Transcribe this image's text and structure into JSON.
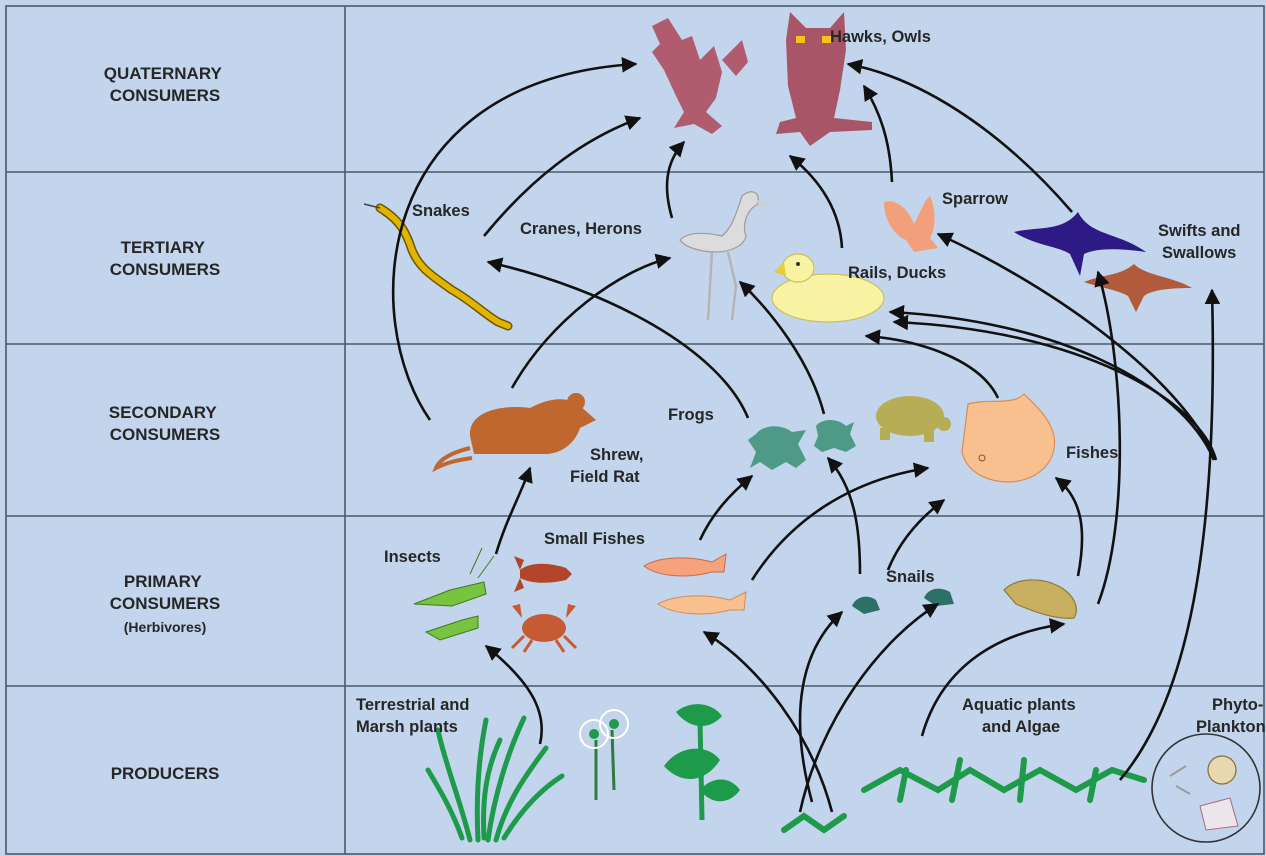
{
  "colors": {
    "background": "#c2d5ec",
    "grid": "#4a5a6a",
    "raptor": "#b05c6e",
    "owl": "#a85568",
    "snake": "#e0b400",
    "heron": "#dcdcdc",
    "duck": "#f8f3a2",
    "sparrow": "#f2a07c",
    "swift": "#2d1a85",
    "swallow": "#b25a3c",
    "rodent": "#c0662f",
    "frog": "#4e9a86",
    "turtle": "#b7ad55",
    "fish": "#f7c08e",
    "small_fish": "#f6a27c",
    "insect": "#78c440",
    "crayfish": "#b2452a",
    "crab": "#c65a35",
    "snail": "#2c7068",
    "conch": "#c8b060",
    "plant": "#1d9a4a",
    "plankton": "#e9e9e9"
  },
  "levels": {
    "quaternary": [
      "QUATERNARY",
      "CONSUMERS"
    ],
    "tertiary": [
      "TERTIARY",
      "CONSUMERS"
    ],
    "secondary": [
      "SECONDARY",
      "CONSUMERS"
    ],
    "primary": [
      "PRIMARY",
      "CONSUMERS",
      "(Herbivores)"
    ],
    "producers": [
      "PRODUCERS"
    ]
  },
  "organisms": {
    "hawks_owls": "Hawks, Owls",
    "snakes": "Snakes",
    "cranes_herons": "Cranes, Herons",
    "sparrow": "Sparrow",
    "rails_ducks": "Rails, Ducks",
    "swifts_swallows": [
      "Swifts and",
      "Swallows"
    ],
    "frogs": "Frogs",
    "shrew_rat": [
      "Shrew,",
      "Field Rat"
    ],
    "fishes": "Fishes",
    "insects": "Insects",
    "small_fishes": "Small Fishes",
    "snails": "Snails",
    "terrestrial_plants": [
      "Terrestrial and",
      "Marsh plants"
    ],
    "aquatic_plants": [
      "Aquatic plants",
      "and Algae"
    ],
    "phytoplankton": [
      "Phyto-",
      "Plankton"
    ]
  },
  "icons": [
    "hawk-icon",
    "owl-icon",
    "snake-icon",
    "heron-icon",
    "duck-icon",
    "sparrow-icon",
    "swift-icon",
    "swallow-icon",
    "field-rat-icon",
    "frog-icon",
    "turtle-icon",
    "fish-icon",
    "small-fish-icon",
    "grasshopper-icon",
    "crayfish-icon",
    "crab-icon",
    "snail-icon",
    "conch-icon",
    "marsh-grass-icon",
    "flower-icon",
    "aquatic-leaf-icon",
    "algae-icon",
    "phytoplankton-icon"
  ]
}
